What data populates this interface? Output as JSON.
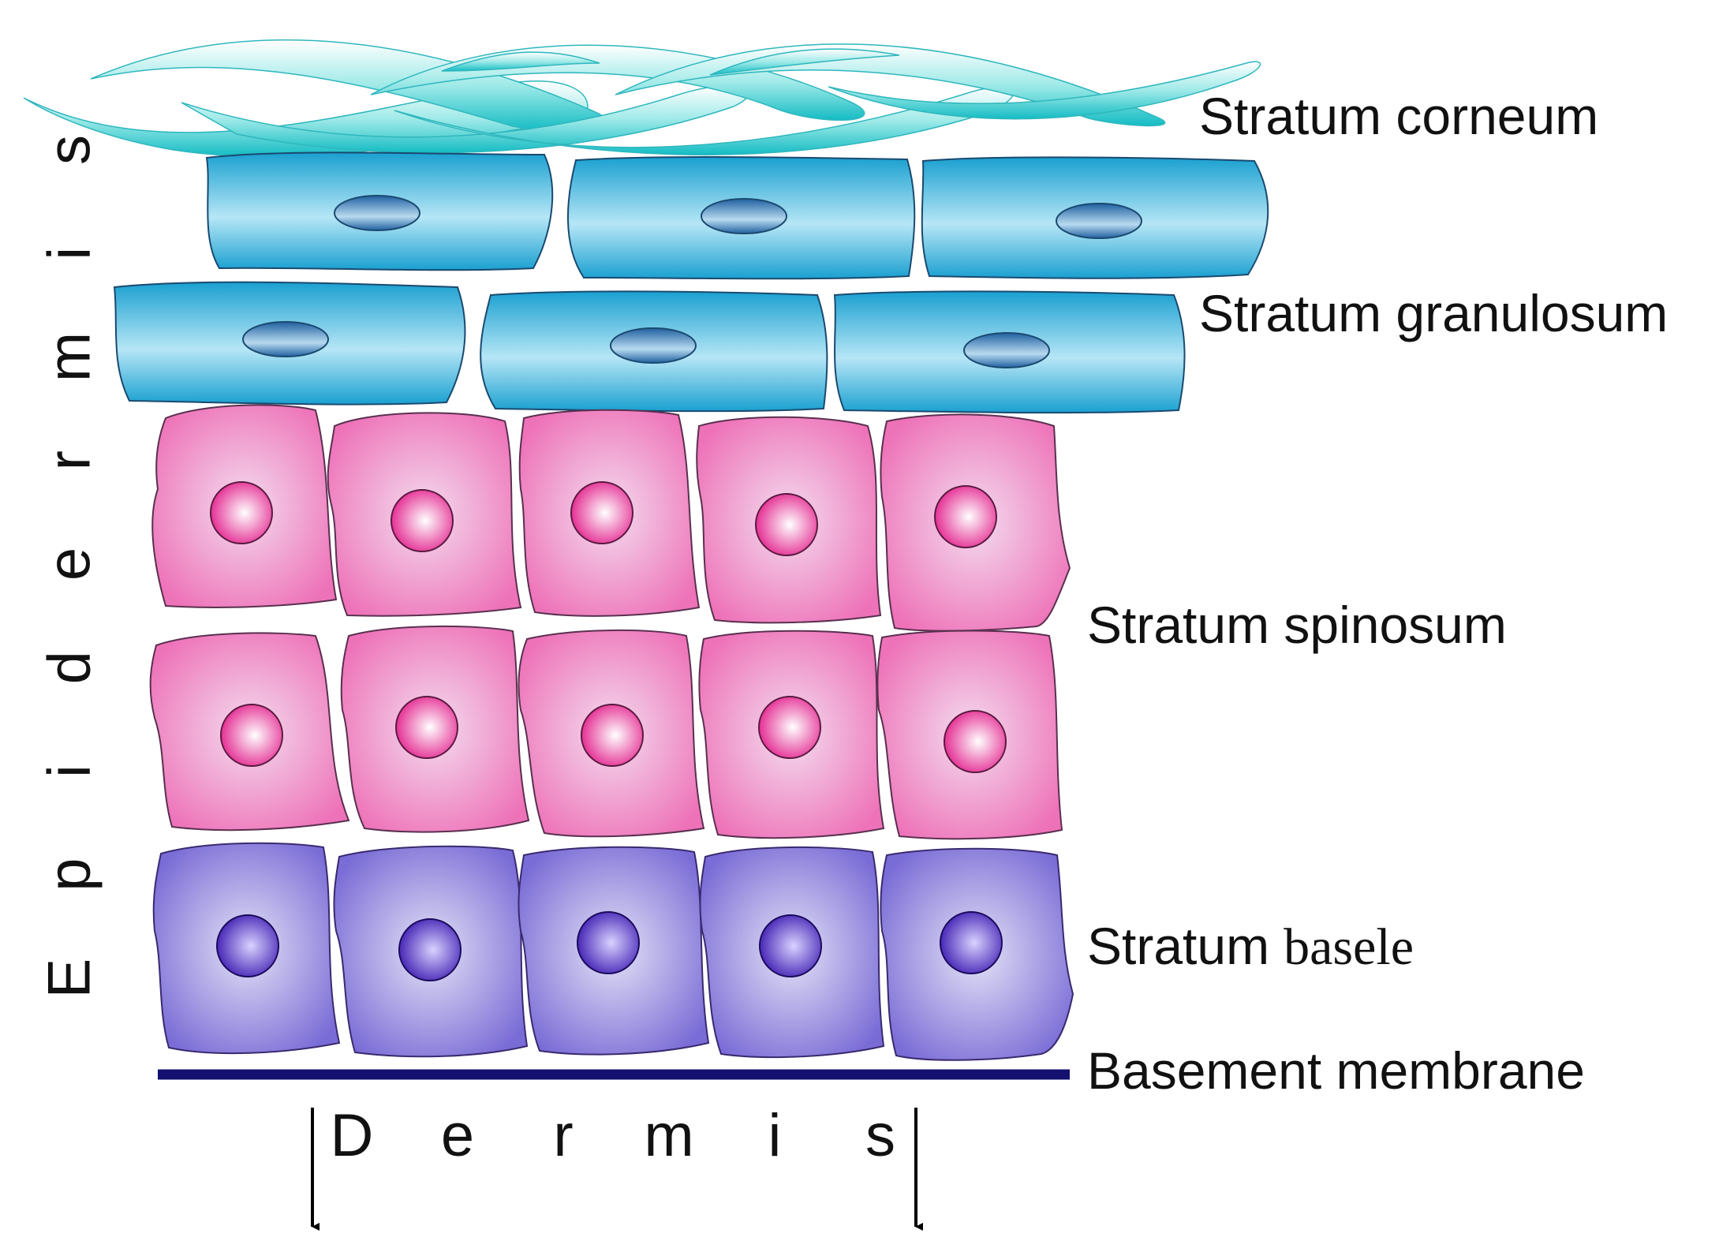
{
  "labels": {
    "corneum": "Stratum corneum",
    "granulosum": "Stratum granulosum",
    "spinosum": "Stratum spinosum",
    "basale_word1": "Stratum",
    "basale_word2": "basele",
    "membrane": "Basement membrane"
  },
  "epidermis_letters": [
    "E",
    "p",
    "i",
    "d",
    "e",
    "r",
    "m",
    "i",
    "s"
  ],
  "dermis_letters": [
    "D",
    "e",
    "r",
    "m",
    "i",
    "s"
  ],
  "colors": {
    "corneum": "#20c4c8",
    "granulosum_light": "#b6e6f6",
    "granulosum_dark": "#1aa0d0",
    "granulosum_nucleus": "#2060a0",
    "spinosum_light": "#f3dcef",
    "spinosum_dark": "#ee72b8",
    "spinosum_nucleus": "#e21c8a",
    "basale_light": "#e4e2f6",
    "basale_dark": "#7a6cd6",
    "basale_nucleus": "#3a18b0",
    "membrane": "#141070"
  }
}
